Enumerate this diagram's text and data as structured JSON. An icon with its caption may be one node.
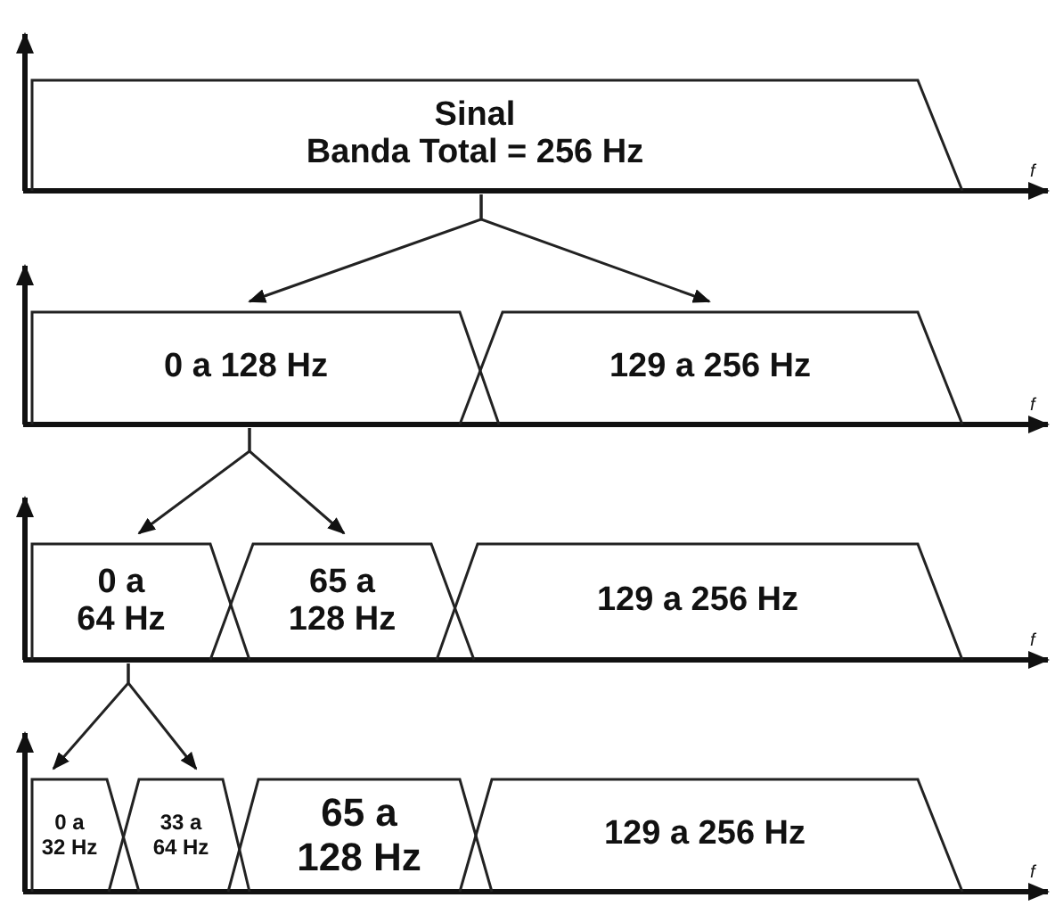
{
  "diagram": {
    "nodes": [
      {
        "text": [
          "Sinal",
          "Banda Total = 256 Hz"
        ]
      },
      {
        "text": [
          "0 a 128 Hz"
        ]
      },
      {
        "text": [
          "129 a 256 Hz"
        ]
      },
      {
        "text": [
          "0 a 64 Hz"
        ]
      },
      {
        "text": [
          "65 a 128 Hz"
        ]
      },
      {
        "text": [
          "129 a 256 Hz"
        ]
      },
      {
        "text": [
          "0 a 32 Hz"
        ]
      },
      {
        "text": [
          "33 a 64 Hz"
        ]
      },
      {
        "text": [
          "65 a 128 Hz"
        ]
      },
      {
        "text": [
          "129 a 256 Hz"
        ]
      }
    ],
    "edges": [
      {
        "from": 0,
        "to": 1,
        "arrow": "to"
      },
      {
        "from": 0,
        "to": 2,
        "arrow": "to"
      },
      {
        "from": 1,
        "to": 3,
        "arrow": "to"
      },
      {
        "from": 1,
        "to": 4,
        "arrow": "to"
      },
      {
        "from": 3,
        "to": 6,
        "arrow": "to"
      },
      {
        "from": 3,
        "to": 7,
        "arrow": "to"
      }
    ],
    "labels": [
      "f",
      "f",
      "f",
      "f"
    ]
  }
}
